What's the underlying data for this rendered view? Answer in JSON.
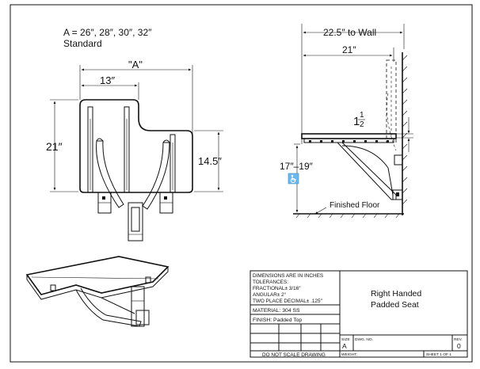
{
  "notes": {
    "sizes": "A = 26″, 28″, 30″, 32″",
    "standard": "Standard"
  },
  "front_view": {
    "dim_a": "\"A\"",
    "dim_13": "13″",
    "dim_21": "21″",
    "dim_145": "14.5″"
  },
  "side_view": {
    "to_wall": "22.5″ to Wall",
    "dim_21": "21″",
    "dim_1": "1",
    "dim_half_num": "1",
    "dim_half_den": "2",
    "height": "17″–19″",
    "floor": "Finished Floor"
  },
  "title_block": {
    "dims_line1": "DIMENSIONS ARE IN INCHES",
    "dims_line2": "TOLERANCES:",
    "dims_line3": "FRACTIONAL± 3/16″",
    "dims_line4": "ANGULAR± 2°",
    "dims_line5": "TWO PLACE DECIMAL± .125″",
    "material": "MATERIAL: 304 SS",
    "finish": "FINISH: Padded Top",
    "no_scale": "DO NOT SCALE DRAWING",
    "title_line1": "Right Handed",
    "title_line2": "Padded Seat",
    "size_label": "SIZE",
    "size_value": "A",
    "dwg_label": "DWG. NO.",
    "rev_label": "REV.",
    "rev_value": "0",
    "weight_label": "WEIGHT:",
    "sheet": "SHEET 1 OF 1"
  },
  "colors": {
    "line": "#111111",
    "paper": "#ffffff",
    "accessibility_badge": "#6fb7e9"
  },
  "icons": {
    "accessibility": "wheelchair-icon"
  }
}
